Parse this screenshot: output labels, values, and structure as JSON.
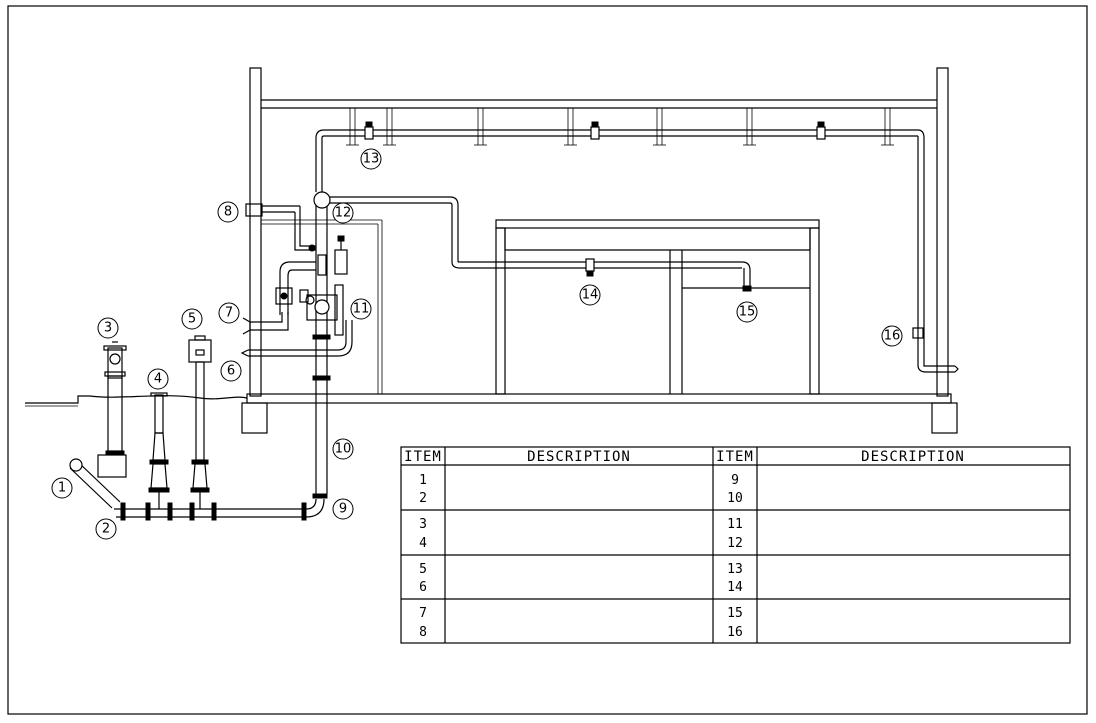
{
  "callouts": [
    {
      "id": "1",
      "label": "1"
    },
    {
      "id": "2",
      "label": "2"
    },
    {
      "id": "3",
      "label": "3"
    },
    {
      "id": "4",
      "label": "4"
    },
    {
      "id": "5",
      "label": "5"
    },
    {
      "id": "6",
      "label": "6"
    },
    {
      "id": "7",
      "label": "7"
    },
    {
      "id": "8",
      "label": "8"
    },
    {
      "id": "9",
      "label": "9"
    },
    {
      "id": "10",
      "label": "10"
    },
    {
      "id": "11",
      "label": "11"
    },
    {
      "id": "12",
      "label": "12"
    },
    {
      "id": "13",
      "label": "13"
    },
    {
      "id": "14",
      "label": "14"
    },
    {
      "id": "15",
      "label": "15"
    },
    {
      "id": "16",
      "label": "16"
    }
  ],
  "legend_table": {
    "header_item": "ITEM",
    "header_description": "DESCRIPTION",
    "left_groups": [
      [
        "1",
        "2"
      ],
      [
        "3",
        "4"
      ],
      [
        "5",
        "6"
      ],
      [
        "7",
        "8"
      ]
    ],
    "right_groups": [
      [
        "9",
        "10"
      ],
      [
        "11",
        "12"
      ],
      [
        "13",
        "14"
      ],
      [
        "15",
        "16"
      ]
    ]
  }
}
